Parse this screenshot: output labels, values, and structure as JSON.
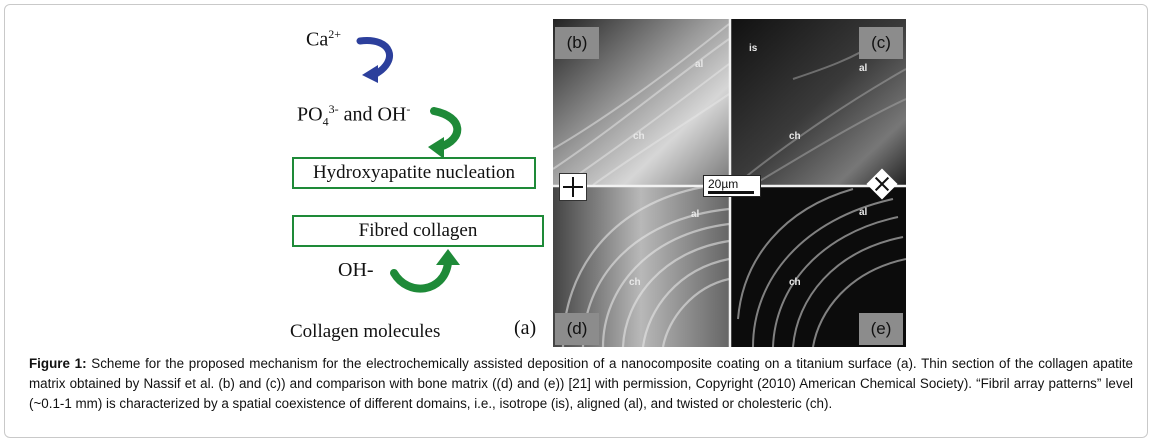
{
  "scheme": {
    "ion_ca": "Ca",
    "ion_ca_sup": "2+",
    "ion_po4": "PO",
    "ion_po4_sub": "4",
    "ion_po4_sup": "3-",
    "and_oh": " and OH",
    "oh_sup": "-",
    "nucleation_box": "Hydroxyapatite nucleation",
    "collagen_box": "Fibred collagen",
    "oh_minus": "OH-",
    "molecules": "Collagen molecules",
    "panel_a": "(a)"
  },
  "micrographs": {
    "panel_b": "(b)",
    "panel_c": "(c)",
    "panel_d": "(d)",
    "panel_e": "(e)",
    "scale_bar": "20µm",
    "label_al_b": "al",
    "label_ch_b": "ch",
    "label_is_c": "is",
    "label_al_c": "al",
    "label_ch_c": "ch",
    "label_al_d": "al",
    "label_ch_d": "ch",
    "label_al_e": "al",
    "label_ch_e": "ch"
  },
  "caption": {
    "lead": "Figure 1:",
    "text": " Scheme for the proposed mechanism for the electrochemically assisted deposition of a nanocomposite coating on a titanium surface (a). Thin section of the collagen apatite matrix obtained by Nassif et al. (b) and (c)) and comparison with bone matrix ((d) and (e)) [21] with permission, Copyright (2010) American Chemical Society). “Fibril array patterns” level (~0.1-1 mm) is characterized by a spatial coexistence of different domains, i.e., isotrope (is), aligned (al), and twisted or cholesteric (ch)."
  },
  "colors": {
    "blue_arrow": "#2c3f9c",
    "green_arrow": "#1e8a38",
    "box_border": "#1e8a38"
  }
}
